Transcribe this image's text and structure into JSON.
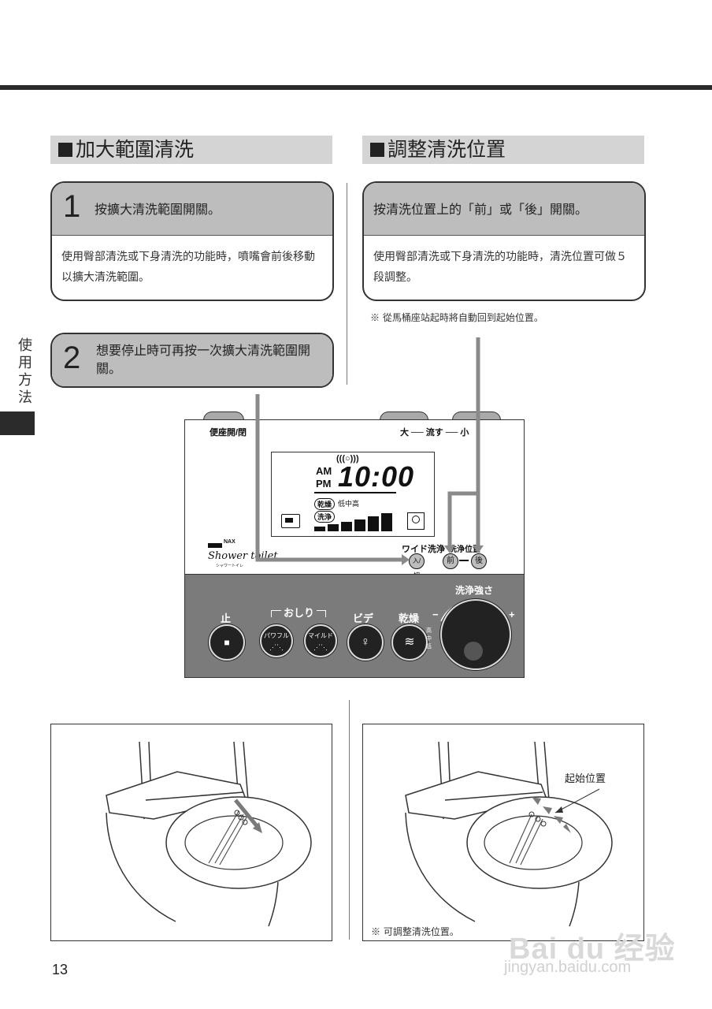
{
  "side_label": "使用方法",
  "left_section": {
    "title": "加大範圍清洗",
    "step1": {
      "number": "1",
      "heading": "按擴大清洗範圍開關。",
      "body": "使用臀部清洗或下身清洗的功能時，噴嘴會前後移動以擴大清洗範圍。"
    },
    "step2": {
      "number": "2",
      "heading": "想要停止時可再按一次擴大清洗範圍開關。"
    }
  },
  "right_section": {
    "title": "調整清洗位置",
    "step": {
      "heading": "按清洗位置上的「前」或「後」開關。",
      "body": "使用臀部清洗或下身清洗的功能時，清洗位置可做５段調整。"
    },
    "note": "※ 從馬桶座站起時將自動回到起始位置。"
  },
  "remote": {
    "seat_label": "便座開/閉",
    "flush_label": "大 ── 流す ── 小",
    "wave": "(((○)))",
    "am": "AM",
    "pm": "PM",
    "time": "10:00",
    "dry": "乾燥",
    "dry_levels": "低中高",
    "wash": "洗浄",
    "brand_mark": "NAX",
    "brand": "Shower toilet",
    "brand_sub": "シャワートイレ",
    "wide_label": "ワイド洗浄",
    "wide_button": "入/切",
    "position_label": "洗浄位置",
    "front_button": "前",
    "back_button": "後",
    "stop_label": "止",
    "stop_symbol": "■",
    "oshiri_label": "おしり",
    "powerful": "パワフル",
    "mild": "マイルド",
    "bidet_label": "ビデ",
    "dryer_label": "乾燥",
    "dryer_temp": "高中低",
    "strength_label": "洗浄強さ",
    "minus": "−",
    "plus": "+"
  },
  "figure_right": {
    "start_label": "起始位置",
    "note": "※ 可調整清洗位置。"
  },
  "page_number": "13",
  "watermark": {
    "line1": "Bai du 经验",
    "line2": "jingyan.baidu.com"
  }
}
